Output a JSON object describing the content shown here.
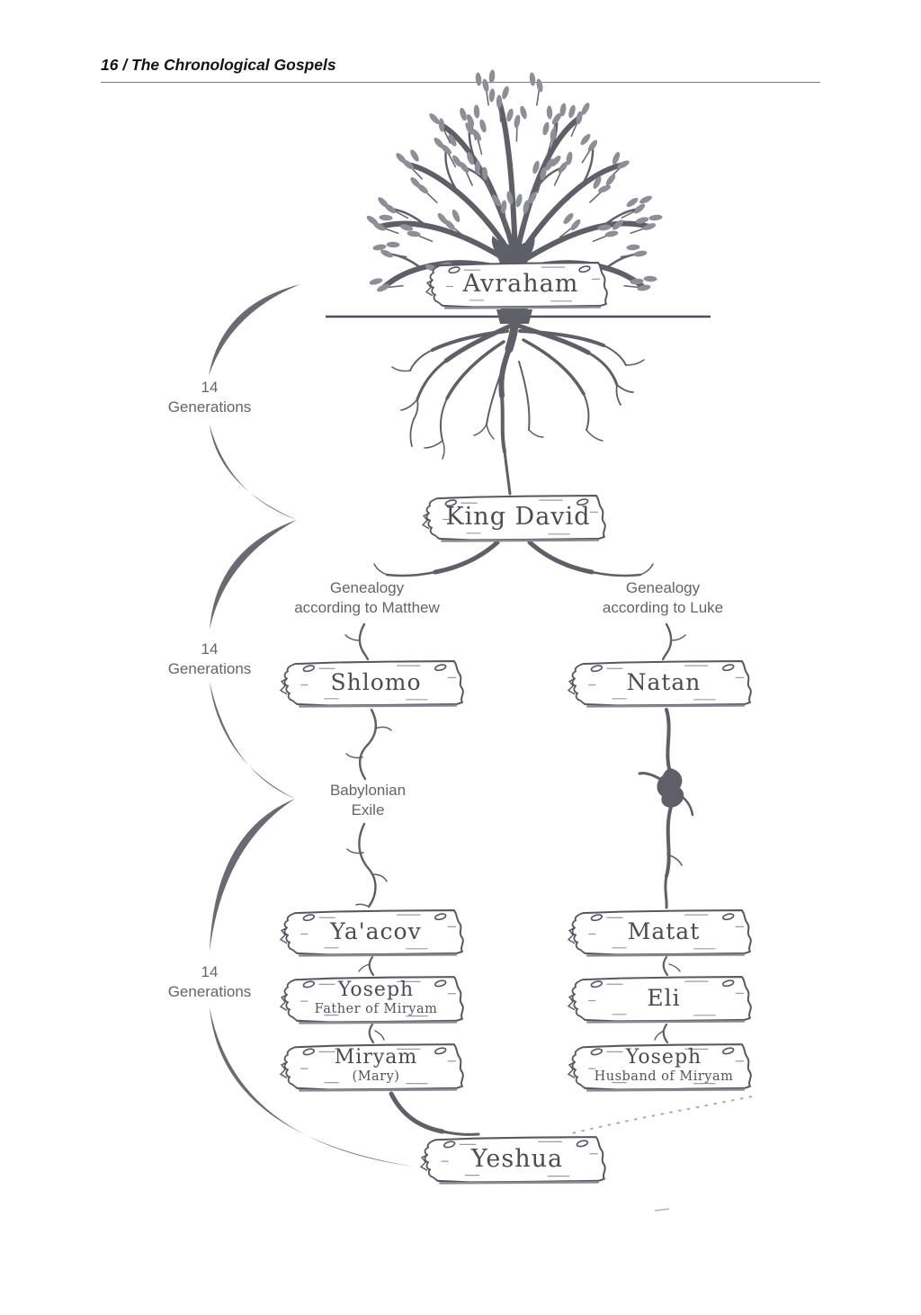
{
  "header": {
    "title": "16 / The Chronological Gospels"
  },
  "banners": {
    "avraham": {
      "name": "Avraham"
    },
    "king_david": {
      "name": "King David"
    },
    "shlomo": {
      "name": "Shlomo"
    },
    "natan": {
      "name": "Natan"
    },
    "yaacov": {
      "name": "Ya'acov"
    },
    "yoseph_matthew": {
      "name": "Yoseph",
      "subtitle": "Father of Miryam"
    },
    "miryam": {
      "name": "Miryam",
      "subtitle": "(Mary)"
    },
    "matat": {
      "name": "Matat"
    },
    "eli": {
      "name": "Eli"
    },
    "yoseph_luke": {
      "name": "Yoseph",
      "subtitle": "Husband of Miryam"
    },
    "yeshua": {
      "name": "Yeshua"
    }
  },
  "labels": {
    "generations": {
      "line1": "14",
      "line2": "Generations"
    },
    "matthew": {
      "line1": "Genealogy",
      "line2": "according to Matthew"
    },
    "luke": {
      "line1": "Genealogy",
      "line2": "according to Luke"
    },
    "exile": {
      "line1": "Babylonian",
      "line2": "Exile"
    }
  },
  "colors": {
    "ink": "#5f5f68",
    "foliage": "#8e8e97",
    "label_text": "#64646d"
  }
}
